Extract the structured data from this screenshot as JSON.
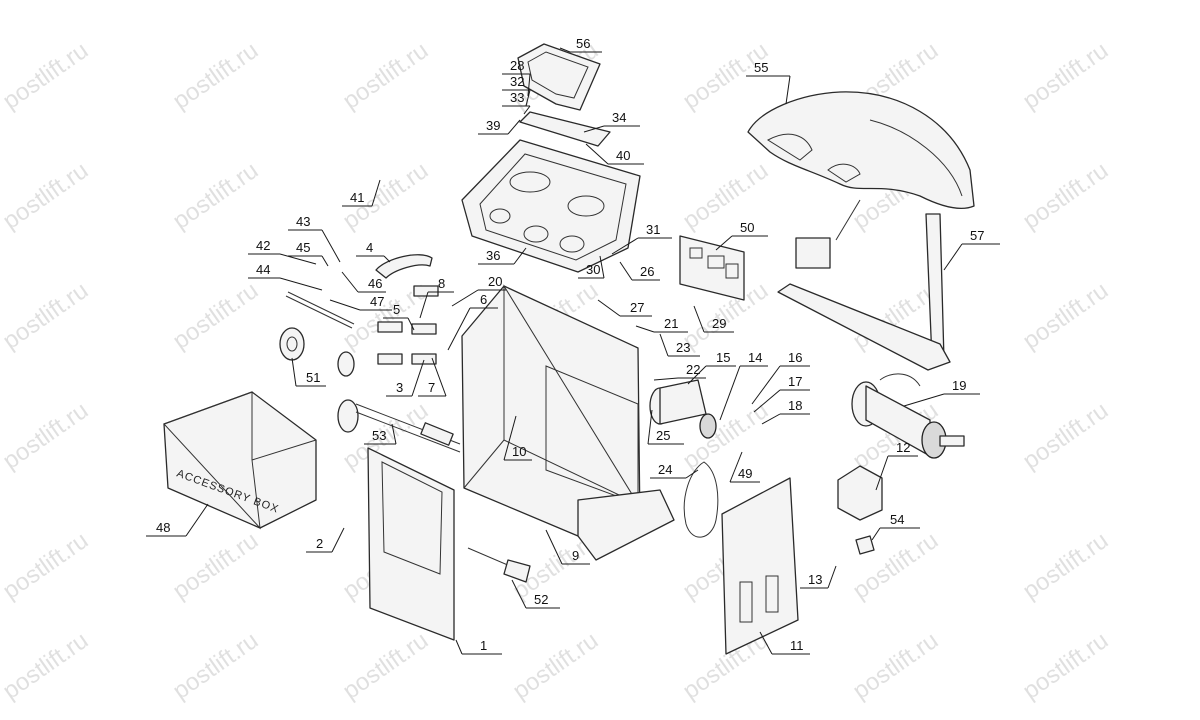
{
  "watermark": "postlift.ru",
  "accessory_box_label": "ACCESSORY BOX",
  "callouts": [
    "1",
    "2",
    "3",
    "4",
    "5",
    "6",
    "7",
    "8",
    "9",
    "10",
    "11",
    "12",
    "13",
    "14",
    "15",
    "16",
    "17",
    "18",
    "19",
    "20",
    "21",
    "22",
    "23",
    "24",
    "25",
    "26",
    "27",
    "28",
    "29",
    "30",
    "31",
    "32",
    "33",
    "34",
    "36",
    "39",
    "40",
    "41",
    "42",
    "43",
    "44",
    "45",
    "46",
    "47",
    "48",
    "49",
    "50",
    "51",
    "52",
    "53",
    "54",
    "55",
    "56",
    "57"
  ]
}
